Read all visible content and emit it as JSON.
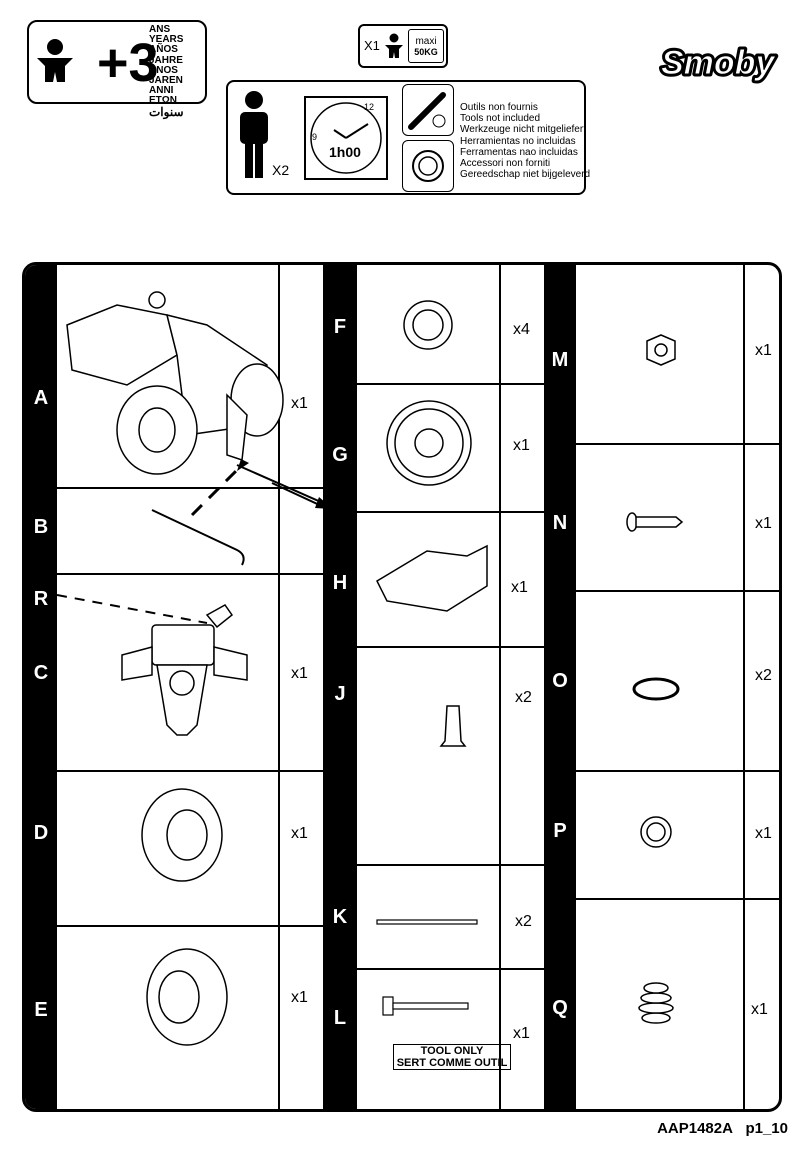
{
  "age": {
    "plus": "+3",
    "units": [
      "ANS",
      "YEARS",
      "AÑOS",
      "JAHRE",
      "ANOS",
      "JAREN",
      "ANNI",
      "ETΩN",
      "سنوات"
    ]
  },
  "capacity": {
    "quantity": "X1",
    "max_label": "maxi",
    "max_value": "50KG"
  },
  "assembly": {
    "persons": "X2",
    "time": "1h00",
    "clock_12": "12",
    "clock_9": "9"
  },
  "tools": {
    "lines": [
      "Outils non  fournis",
      "Tools not included",
      "Werkzeuge nicht mitgeliefert",
      "Herramientas no incluidas",
      "Ferramentas nao incluidas",
      "Accessori non forniti",
      "Gereedschap niet bijgeleverd"
    ]
  },
  "brand": "Smoby",
  "parts": {
    "A": {
      "letter": "A",
      "qty": "x1"
    },
    "B": {
      "letter": "B"
    },
    "R": {
      "letter": "R"
    },
    "C": {
      "letter": "C",
      "qty": "x1"
    },
    "D": {
      "letter": "D",
      "qty": "x1"
    },
    "E": {
      "letter": "E",
      "qty": "x1"
    },
    "F": {
      "letter": "F",
      "qty": "x4"
    },
    "G": {
      "letter": "G",
      "qty": "x1"
    },
    "H": {
      "letter": "H",
      "qty": "x1"
    },
    "J": {
      "letter": "J",
      "qty": "x2"
    },
    "K": {
      "letter": "K",
      "qty": "x2"
    },
    "L": {
      "letter": "L",
      "qty": "x1"
    },
    "M": {
      "letter": "M",
      "qty": "x1"
    },
    "N": {
      "letter": "N",
      "qty": "x1"
    },
    "O": {
      "letter": "O",
      "qty": "x2"
    },
    "P": {
      "letter": "P",
      "qty": "x1"
    },
    "Q": {
      "letter": "Q",
      "qty": "x1"
    }
  },
  "tool_only": {
    "line1": "TOOL ONLY",
    "line2": "SERT COMME OUTIL"
  },
  "footer": {
    "ref": "AAP1482A",
    "page": "p1_10"
  }
}
